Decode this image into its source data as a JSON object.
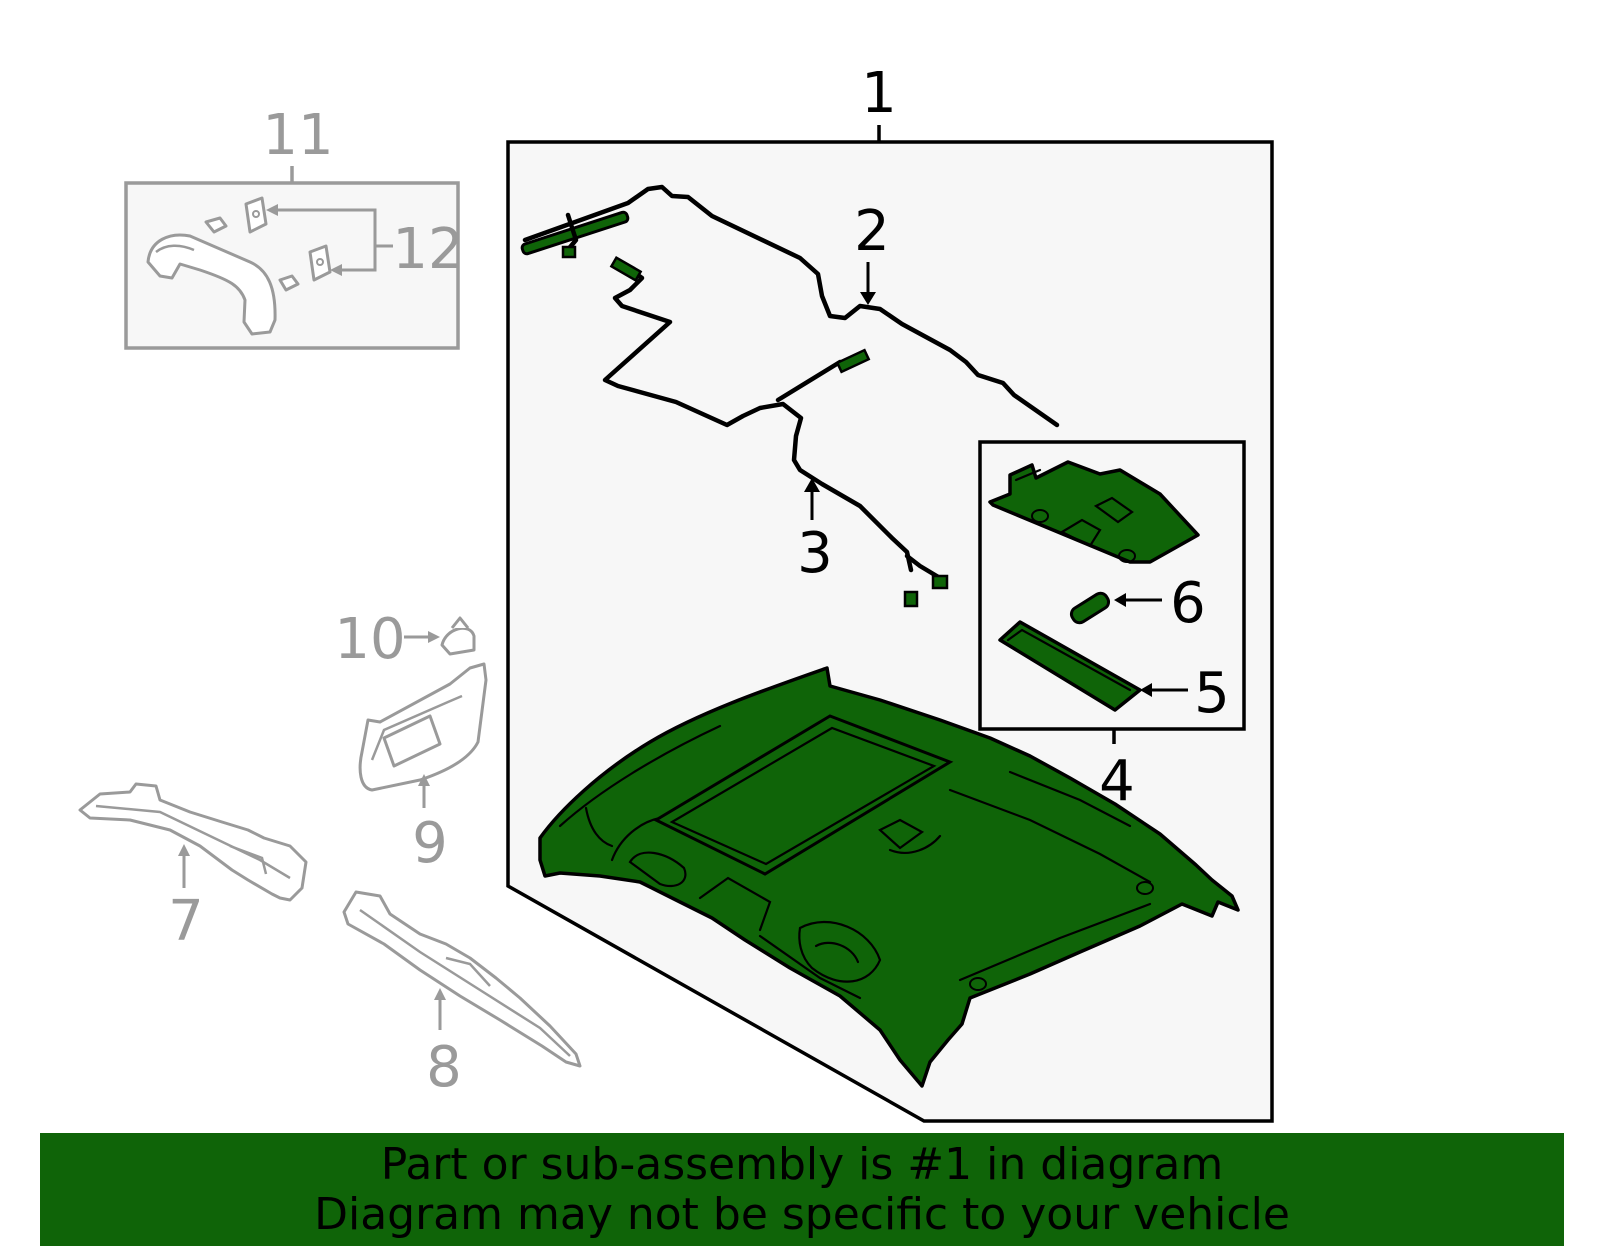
{
  "callouts": {
    "c1": "1",
    "c2": "2",
    "c3": "3",
    "c4": "4",
    "c5": "5",
    "c6": "6",
    "c7": "7",
    "c8": "8",
    "c9": "9",
    "c10": "10",
    "c11": "11",
    "c12": "12"
  },
  "banner": {
    "line1": "Part or sub-assembly is #1 in diagram",
    "line2": "Diagram may not be specific to your vehicle"
  },
  "colors": {
    "highlight": "#0f6408",
    "panel_bg": "#f7f7f7",
    "secondary": "#9a9a9a"
  }
}
